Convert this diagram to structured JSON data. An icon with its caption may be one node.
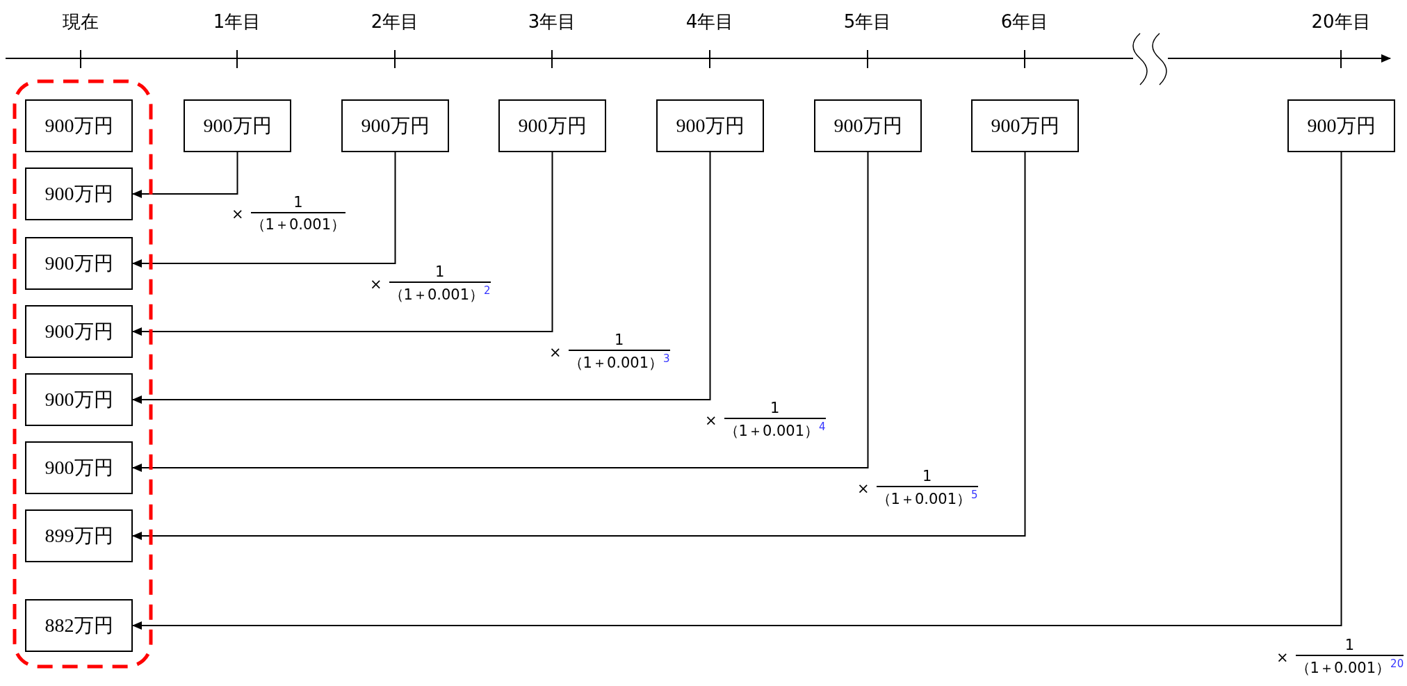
{
  "diagram": {
    "nodes": [
      {
        "text": [],
        "shape": "box"
      },
      {
        "text": [
          "900万円"
        ],
        "in": 0
      },
      {
        "text": [
          "900万円"
        ],
        "in": 0
      },
      {
        "text": [
          "900万円"
        ],
        "in": 0
      },
      {
        "text": [
          "900万円"
        ],
        "in": 0
      },
      {
        "text": [
          "900万円"
        ],
        "in": 0
      },
      {
        "text": [
          "900万円"
        ],
        "in": 0
      },
      {
        "text": [
          "899万円"
        ],
        "in": 0
      },
      {
        "text": [
          "882万円"
        ],
        "in": 0
      },
      {
        "text": [
          "900万円"
        ]
      },
      {
        "text": [
          "900万円"
        ]
      },
      {
        "text": [
          "900万円"
        ]
      },
      {
        "text": [
          "900万円"
        ]
      },
      {
        "text": [
          "900万円"
        ]
      },
      {
        "text": [
          "900万円"
        ]
      },
      {
        "text": [
          "900万円"
        ]
      }
    ],
    "edges": [
      {
        "from": 9,
        "to": 2,
        "arrow": "to",
        "label": "× 1 （1＋0.001）"
      },
      {
        "from": 10,
        "to": 3,
        "arrow": "to",
        "label": "× 1 （1＋0.001）$^{2}$"
      },
      {
        "from": 11,
        "to": 4,
        "arrow": "to",
        "label": "× 1 （1＋0.001）$^{3}$"
      },
      {
        "from": 12,
        "to": 5,
        "arrow": "to",
        "label": "× 1 （1＋0.001）$^{4}$"
      },
      {
        "from": 13,
        "to": 6,
        "arrow": "to",
        "label": "× 1 （1＋0.001）$^{5}$"
      },
      {
        "from": 14,
        "to": 7,
        "arrow": "to"
      },
      {
        "from": 15,
        "to": 8,
        "arrow": "to",
        "label": "× 1 （1＋0.001）$^{20}$"
      }
    ],
    "labels": [
      "現在",
      "1年目",
      "2年目",
      "3年目",
      "4年目",
      "5年目",
      "6年目",
      "20年目"
    ]
  }
}
